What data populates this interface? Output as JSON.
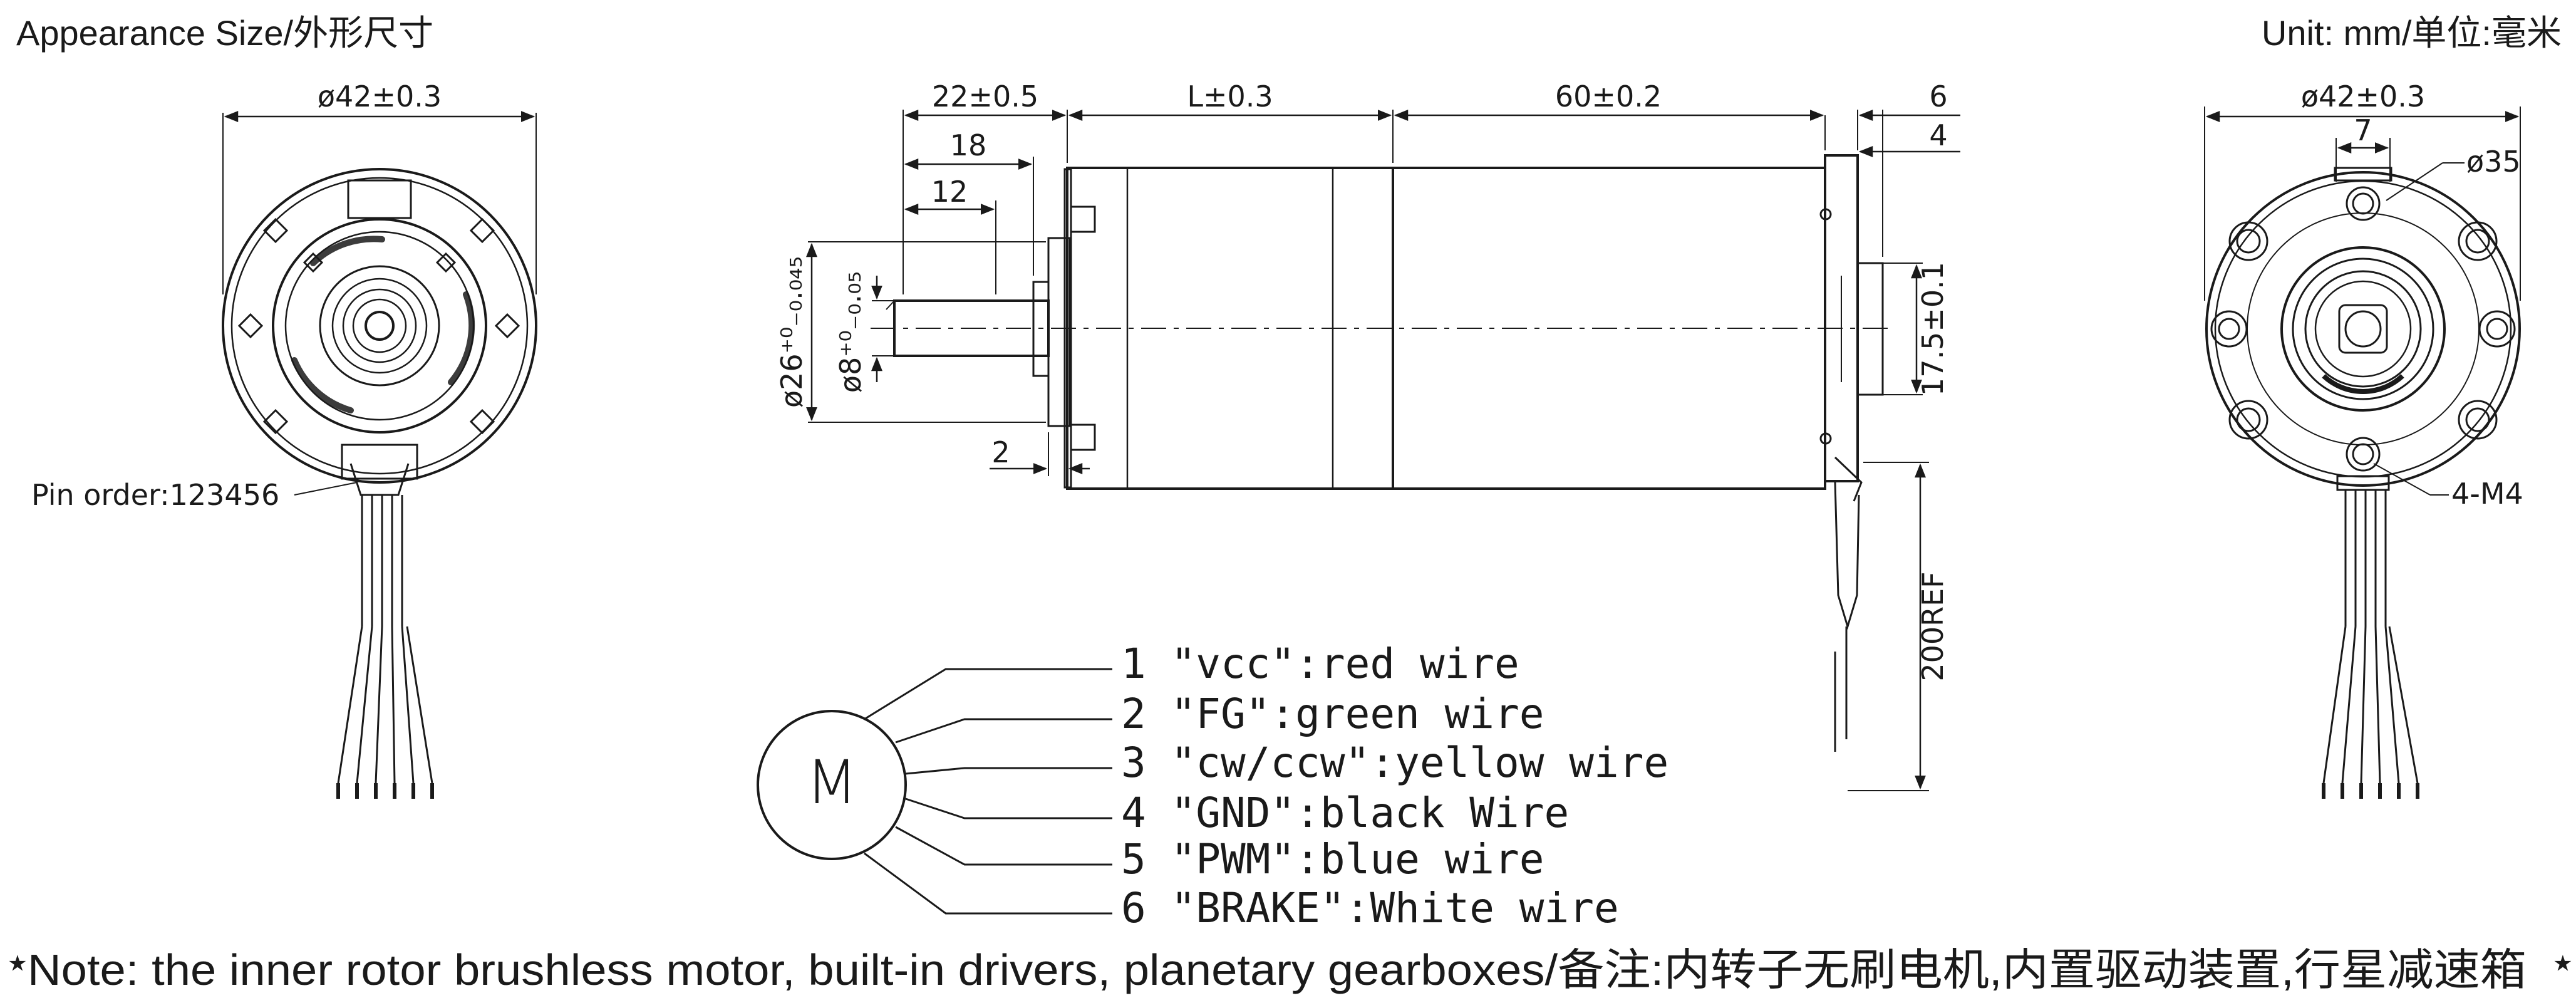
{
  "header": {
    "title": "Appearance Size/外形尺寸",
    "unit": "Unit: mm/单位:毫米"
  },
  "front_view": {
    "diameter": "ø42±0.3",
    "pin_order": "Pin order:123456"
  },
  "side_view": {
    "dim_shaft_total": "22±0.5",
    "dim_18": "18",
    "dim_12": "12",
    "dim_gearbox": "L±0.3",
    "dim_motor": "60±0.2",
    "dim_6": "6",
    "dim_4": "4",
    "dim_flange": "ø26⁺⁰₋₀.₀₄₅",
    "dim_shaft": "ø8⁺⁰₋₀.₀₅",
    "dim_2": "2",
    "dim_17_5": "17.5±0.1",
    "dim_wire_len": "200REF"
  },
  "rear_view": {
    "diameter": "ø42±0.3",
    "dim_7": "7",
    "pcd": "ø35",
    "holes": "4-M4"
  },
  "wiring": {
    "motor_label": "M",
    "items": [
      "1 \"vcc\":red wire",
      "2 \"FG\":green wire",
      "3 \"cw/ccw\":yellow wire",
      "4 \"GND\":black Wire",
      "5 \"PWM\":blue wire",
      "6 \"BRAKE\":White wire"
    ]
  },
  "note": {
    "text": "Note: the inner rotor brushless motor, built-in drivers, planetary gearboxes/备注:内转子无刷电机,内置驱动装置,行星减速箱",
    "bullet": "⋆"
  },
  "colors": {
    "ink": "#1a1a1a",
    "background": "#ffffff"
  }
}
